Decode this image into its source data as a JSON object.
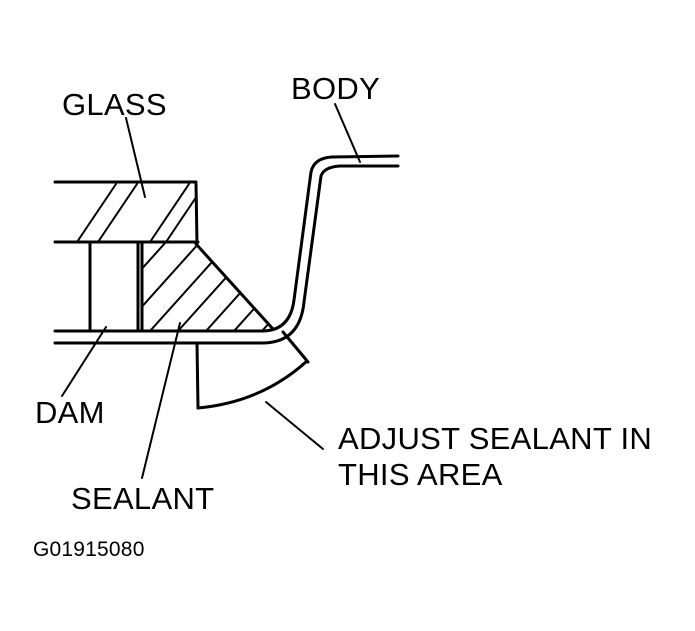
{
  "labels": {
    "glass": "GLASS",
    "body": "BODY",
    "dam": "DAM",
    "sealant": "SEALANT",
    "adjust_area_line1": "ADJUST SEALANT IN",
    "adjust_area_line2": "THIS AREA"
  },
  "figure_code": "G01915080",
  "colors": {
    "ink": "#000000",
    "background": "#ffffff"
  }
}
